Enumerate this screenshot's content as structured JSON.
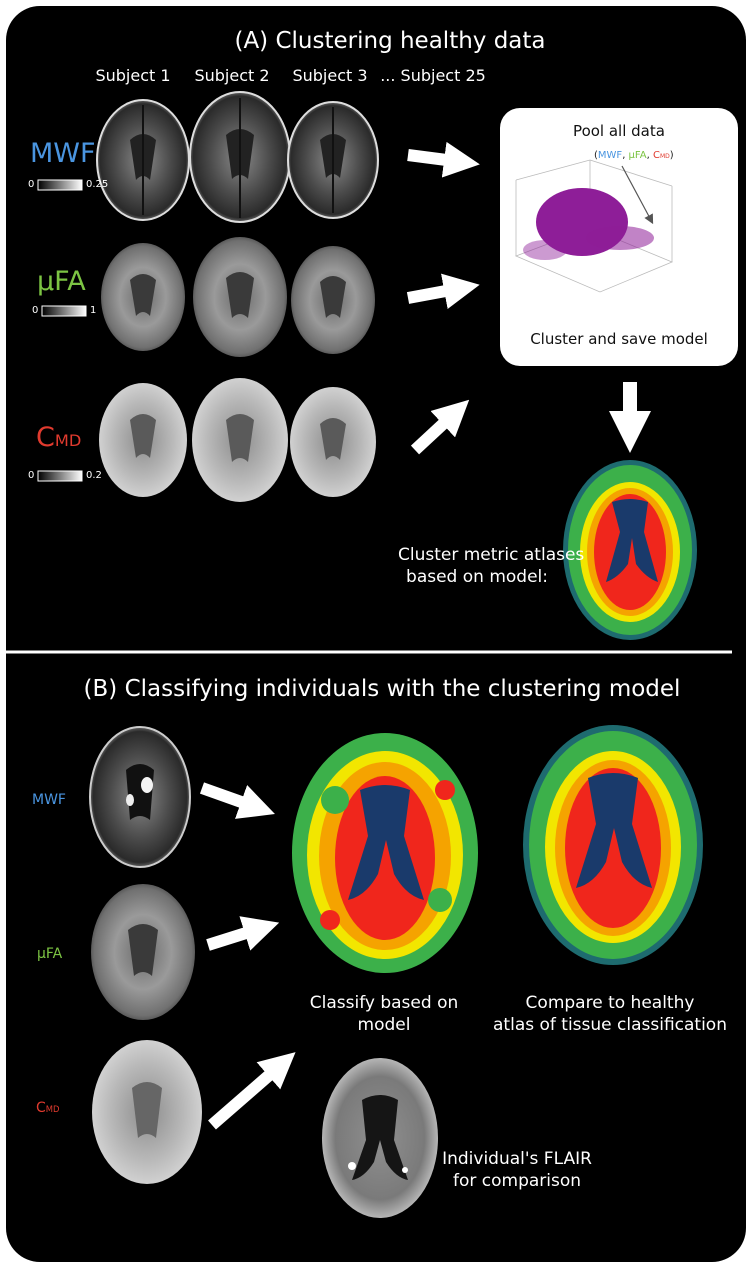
{
  "section_a": {
    "title": "(A) Clustering healthy data",
    "subjects": [
      "Subject 1",
      "Subject 2",
      "Subject 3",
      "... Subject 25"
    ],
    "metrics": [
      {
        "name": "MWF",
        "sub": "",
        "scale_min": "0",
        "scale_max": "0.25"
      },
      {
        "name": "μFA",
        "sub": "",
        "scale_min": "0",
        "scale_max": "1"
      },
      {
        "name": "C",
        "sub": "MD",
        "scale_min": "0",
        "scale_max": "0.2"
      }
    ],
    "pool_box": {
      "title": "Pool all data",
      "legend": {
        "open": "(",
        "m1": "MWF",
        "sep1": ", ",
        "m2": "μFA",
        "sep2": ", ",
        "m3": "C",
        "m3_sub": "MD",
        "close": ")"
      },
      "caption": "Cluster and save model"
    },
    "atlas_caption": [
      "Cluster metric atlases",
      "based on model:"
    ]
  },
  "section_b": {
    "title": "(B) Classifying individuals with the clustering model",
    "metrics": [
      {
        "name": "MWF",
        "sub": ""
      },
      {
        "name": "μFA",
        "sub": ""
      },
      {
        "name": "C",
        "sub": "MD"
      }
    ],
    "classify_caption": [
      "Classify based on",
      "model"
    ],
    "compare_caption": [
      "Compare to healthy",
      "atlas of tissue classification"
    ],
    "flair_caption": [
      "Individual's FLAIR",
      "for comparison"
    ]
  },
  "colors": {
    "mwf": "#4a95e0",
    "ufa": "#7cc443",
    "cmd": "#e03a2e",
    "cluster_dark": "#1a3a6b",
    "cluster_green": "#3cb04a",
    "cluster_yellow": "#f2e600",
    "cluster_orange": "#f5a300",
    "cluster_red": "#f0261c",
    "cluster_teal": "#1e6b6f",
    "scatter": "#8e1e98"
  }
}
